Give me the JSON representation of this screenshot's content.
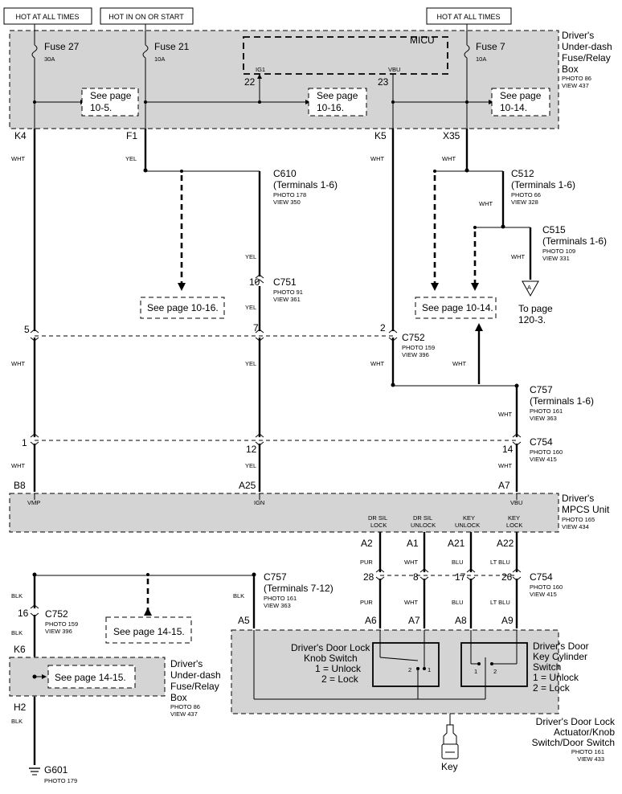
{
  "hot": {
    "always1": "HOT AT ALL TIMES",
    "on_start": "HOT IN ON OR START",
    "always2": "HOT AT ALL TIMES"
  },
  "fuse_box_top": {
    "fuse27": "Fuse 27",
    "fuse27_amp": "30A",
    "fuse21": "Fuse 21",
    "fuse21_amp": "10A",
    "fuse7": "Fuse 7",
    "fuse7_amp": "10A",
    "micu": "MICU",
    "ig1": "IG1",
    "vbu": "VBU",
    "pin22": "22",
    "pin23": "23",
    "see_105_a": "See page",
    "see_105_b": "10-5.",
    "see_1016_a": "See page",
    "see_1016_b": "10-16.",
    "see_1014_a": "See page",
    "see_1014_b": "10-14.",
    "title1": "Driver's",
    "title2": "Under-dash",
    "title3": "Fuse/Relay",
    "title4": "Box",
    "photo": "PHOTO 86",
    "view": "VIEW 437"
  },
  "terminals": {
    "k4": "K4",
    "f1": "F1",
    "k5": "K5",
    "x35": "X35"
  },
  "wires": {
    "wht": "WHT",
    "yel": "YEL",
    "blk": "BLK",
    "pur": "PUR",
    "blu": "BLU",
    "ltblu": "LT BLU"
  },
  "c610": {
    "name": "C610",
    "term": "(Terminals 1-6)",
    "photo": "PHOTO 178",
    "view": "VIEW 350"
  },
  "c512": {
    "name": "C512",
    "term": "(Terminals 1-6)",
    "photo": "PHOTO 66",
    "view": "VIEW 328"
  },
  "c515": {
    "name": "C515",
    "term": "(Terminals 1-6)",
    "photo": "PHOTO 109",
    "view": "VIEW 331"
  },
  "c751": {
    "name": "C751",
    "pin": "10",
    "photo": "PHOTO 91",
    "view": "VIEW 361"
  },
  "see_1016": "See page 10-16.",
  "see_1014": "See page 10-14.",
  "to_page_a": "To page",
  "to_page_b": "120-3.",
  "arrow_a": "A",
  "c752": {
    "name": "C752",
    "pin5": "5",
    "pin7": "7",
    "pin2": "2",
    "photo": "PHOTO 159",
    "view": "VIEW 396"
  },
  "c757": {
    "name": "C757",
    "term": "(Terminals 1-6)",
    "photo": "PHOTO 161",
    "view": "VIEW 363"
  },
  "c754": {
    "name": "C754",
    "pin1": "1",
    "pin12": "12",
    "pin14": "14",
    "photo": "PHOTO 160",
    "view": "VIEW 415"
  },
  "mpcs": {
    "b8": "B8",
    "a25": "A25",
    "a7": "A7",
    "vmp": "VMP",
    "ign": "IGN",
    "vbu": "VBU",
    "title1": "Driver's",
    "title2": "MPCS Unit",
    "photo": "PHOTO 165",
    "view": "VIEW 434",
    "drsil_lock_a": "DR SIL",
    "drsil_lock_b": "LOCK",
    "drsil_unlock_a": "DR SIL",
    "drsil_unlock_b": "UNLOCK",
    "key_unlock_a": "KEY",
    "key_unlock_b": "UNLOCK",
    "key_lock_a": "KEY",
    "key_lock_b": "LOCK",
    "a2": "A2",
    "a1": "A1",
    "a21": "A21",
    "a22": "A22"
  },
  "c754b": {
    "name": "C754",
    "p28": "28",
    "p8": "8",
    "p17": "17",
    "p26": "26",
    "photo": "PHOTO 160",
    "view": "VIEW 415"
  },
  "c757b": {
    "name": "C757",
    "term": "(Terminals 7-12)",
    "photo": "PHOTO 161",
    "view": "VIEW 363"
  },
  "door": {
    "a5": "A5",
    "a6": "A6",
    "a7": "A7",
    "a8": "A8",
    "a9": "A9",
    "knob1": "Driver's Door Lock",
    "knob2": "Knob Switch",
    "knob3": "1 = Unlock",
    "knob4": "2 = Lock",
    "key1": "Driver's Door",
    "key2": "Key Cylinder",
    "key3": "Switch",
    "key4": "1 = Unlock",
    "key5": "2 = Lock",
    "n1a": "1",
    "n2a": "2",
    "n1b": "1",
    "n2b": "2",
    "title1": "Driver's Door Lock",
    "title2": "Actuator/Knob",
    "title3": "Switch/Door Switch",
    "photo": "PHOTO 161",
    "view": "VIEW 433",
    "key": "Key"
  },
  "ground": {
    "c752": "C752",
    "pin16": "16",
    "c752_photo": "PHOTO 159",
    "c752_view": "VIEW 396",
    "k6": "K6",
    "h2": "H2",
    "see_1415": "See page 14-15.",
    "box1": "Driver's",
    "box2": "Under-dash",
    "box3": "Fuse/Relay",
    "box4": "Box",
    "photo": "PHOTO 86",
    "view": "VIEW 437",
    "g601": "G601",
    "g601_photo": "PHOTO 179"
  }
}
